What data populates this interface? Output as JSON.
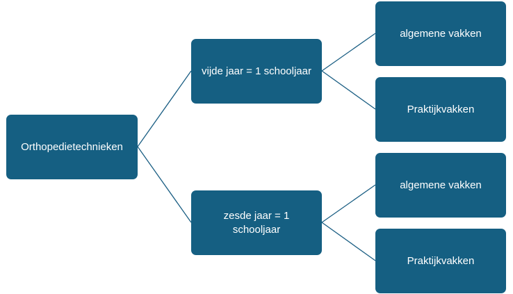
{
  "diagram": {
    "root": {
      "label": "Orthopedietechnieken"
    },
    "branches": [
      {
        "label": "vijde jaar = 1 schooljaar",
        "children": [
          {
            "label": "algemene vakken"
          },
          {
            "label": "Praktijkvakken"
          }
        ]
      },
      {
        "label": "zesde jaar = 1 schooljaar",
        "children": [
          {
            "label": "algemene vakken"
          },
          {
            "label": "Praktijkvakken"
          }
        ]
      }
    ]
  },
  "colors": {
    "node_fill": "#155f82",
    "node_text": "#ffffff",
    "connector": "#1a5e83",
    "background": "#ffffff"
  }
}
